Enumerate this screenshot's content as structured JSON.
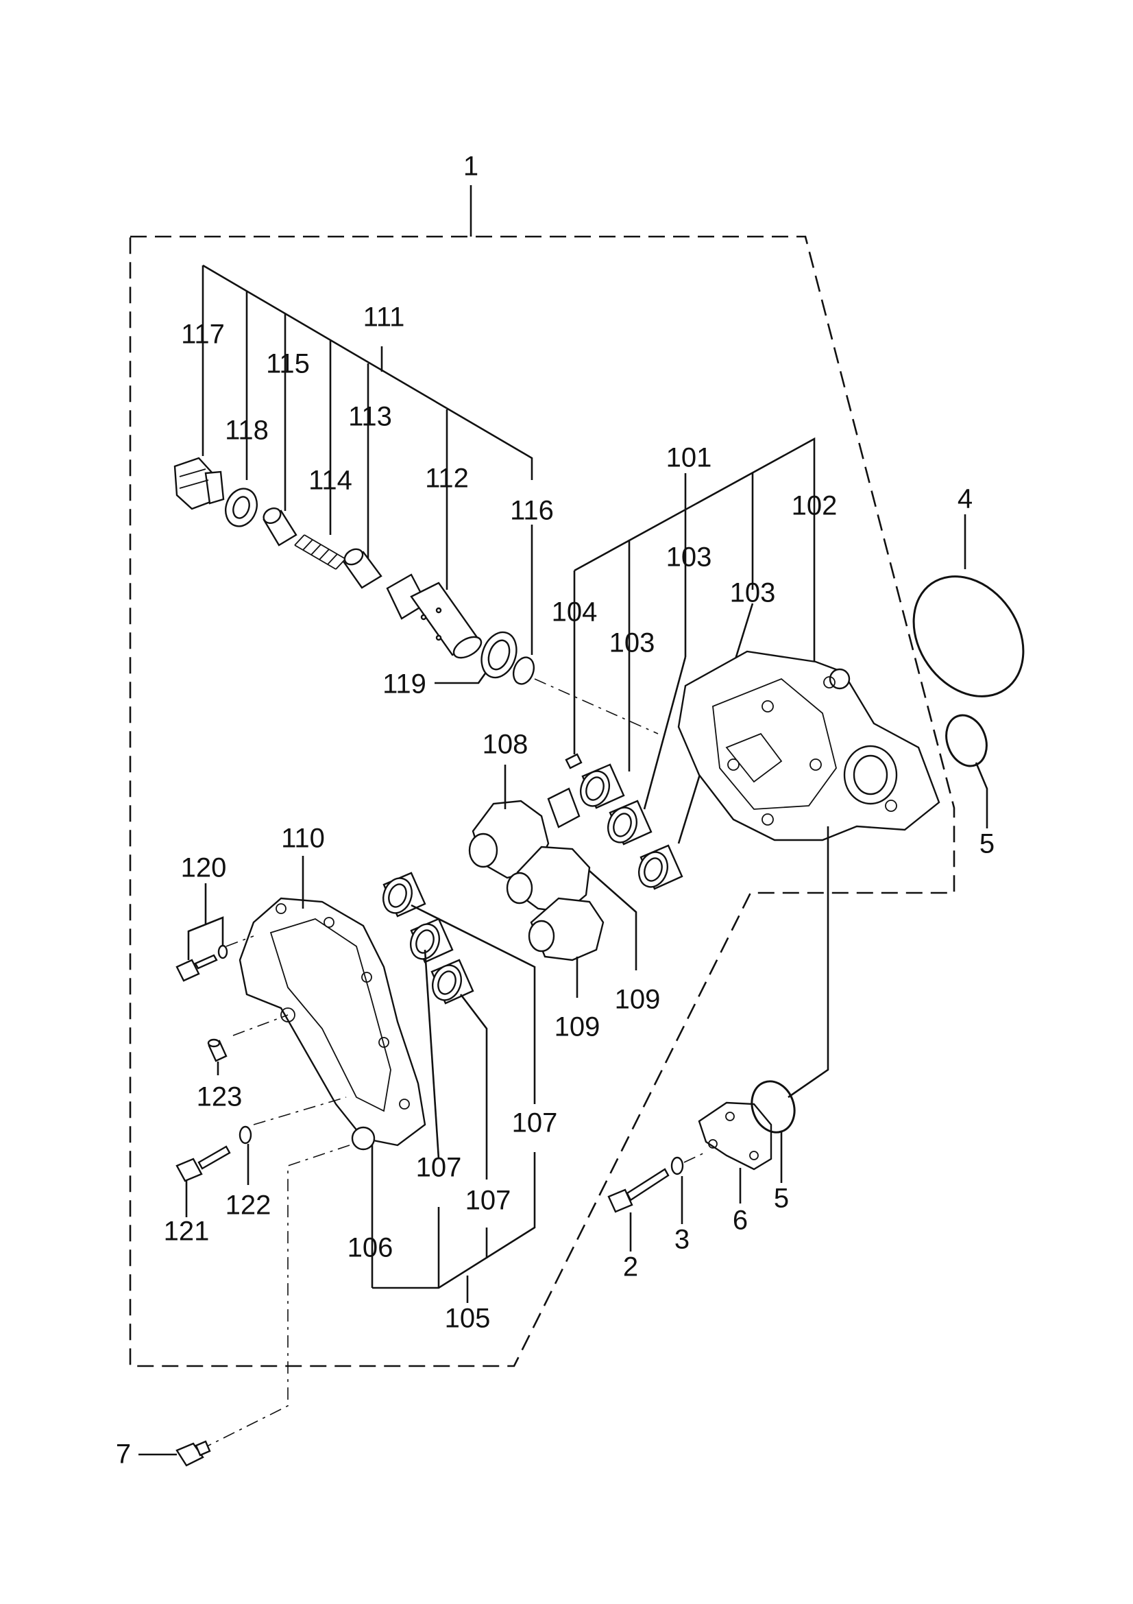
{
  "diagram": {
    "type": "exploded-parts-diagram",
    "callouts": [
      {
        "id": "c1",
        "text": "1"
      },
      {
        "id": "c2",
        "text": "2"
      },
      {
        "id": "c3",
        "text": "3"
      },
      {
        "id": "c4",
        "text": "4"
      },
      {
        "id": "c5a",
        "text": "5"
      },
      {
        "id": "c5b",
        "text": "5"
      },
      {
        "id": "c6",
        "text": "6"
      },
      {
        "id": "c7",
        "text": "7"
      },
      {
        "id": "c101",
        "text": "101"
      },
      {
        "id": "c102",
        "text": "102"
      },
      {
        "id": "c103a",
        "text": "103"
      },
      {
        "id": "c103b",
        "text": "103"
      },
      {
        "id": "c103c",
        "text": "103"
      },
      {
        "id": "c104",
        "text": "104"
      },
      {
        "id": "c105",
        "text": "105"
      },
      {
        "id": "c106",
        "text": "106"
      },
      {
        "id": "c107a",
        "text": "107"
      },
      {
        "id": "c107b",
        "text": "107"
      },
      {
        "id": "c107c",
        "text": "107"
      },
      {
        "id": "c108",
        "text": "108"
      },
      {
        "id": "c109a",
        "text": "109"
      },
      {
        "id": "c109b",
        "text": "109"
      },
      {
        "id": "c110",
        "text": "110"
      },
      {
        "id": "c111",
        "text": "111"
      },
      {
        "id": "c112",
        "text": "112"
      },
      {
        "id": "c113",
        "text": "113"
      },
      {
        "id": "c114",
        "text": "114"
      },
      {
        "id": "c115",
        "text": "115"
      },
      {
        "id": "c116",
        "text": "116"
      },
      {
        "id": "c117",
        "text": "117"
      },
      {
        "id": "c118",
        "text": "118"
      },
      {
        "id": "c119",
        "text": "119"
      },
      {
        "id": "c120",
        "text": "120"
      },
      {
        "id": "c121",
        "text": "121"
      },
      {
        "id": "c122",
        "text": "122"
      },
      {
        "id": "c123",
        "text": "123"
      }
    ]
  }
}
